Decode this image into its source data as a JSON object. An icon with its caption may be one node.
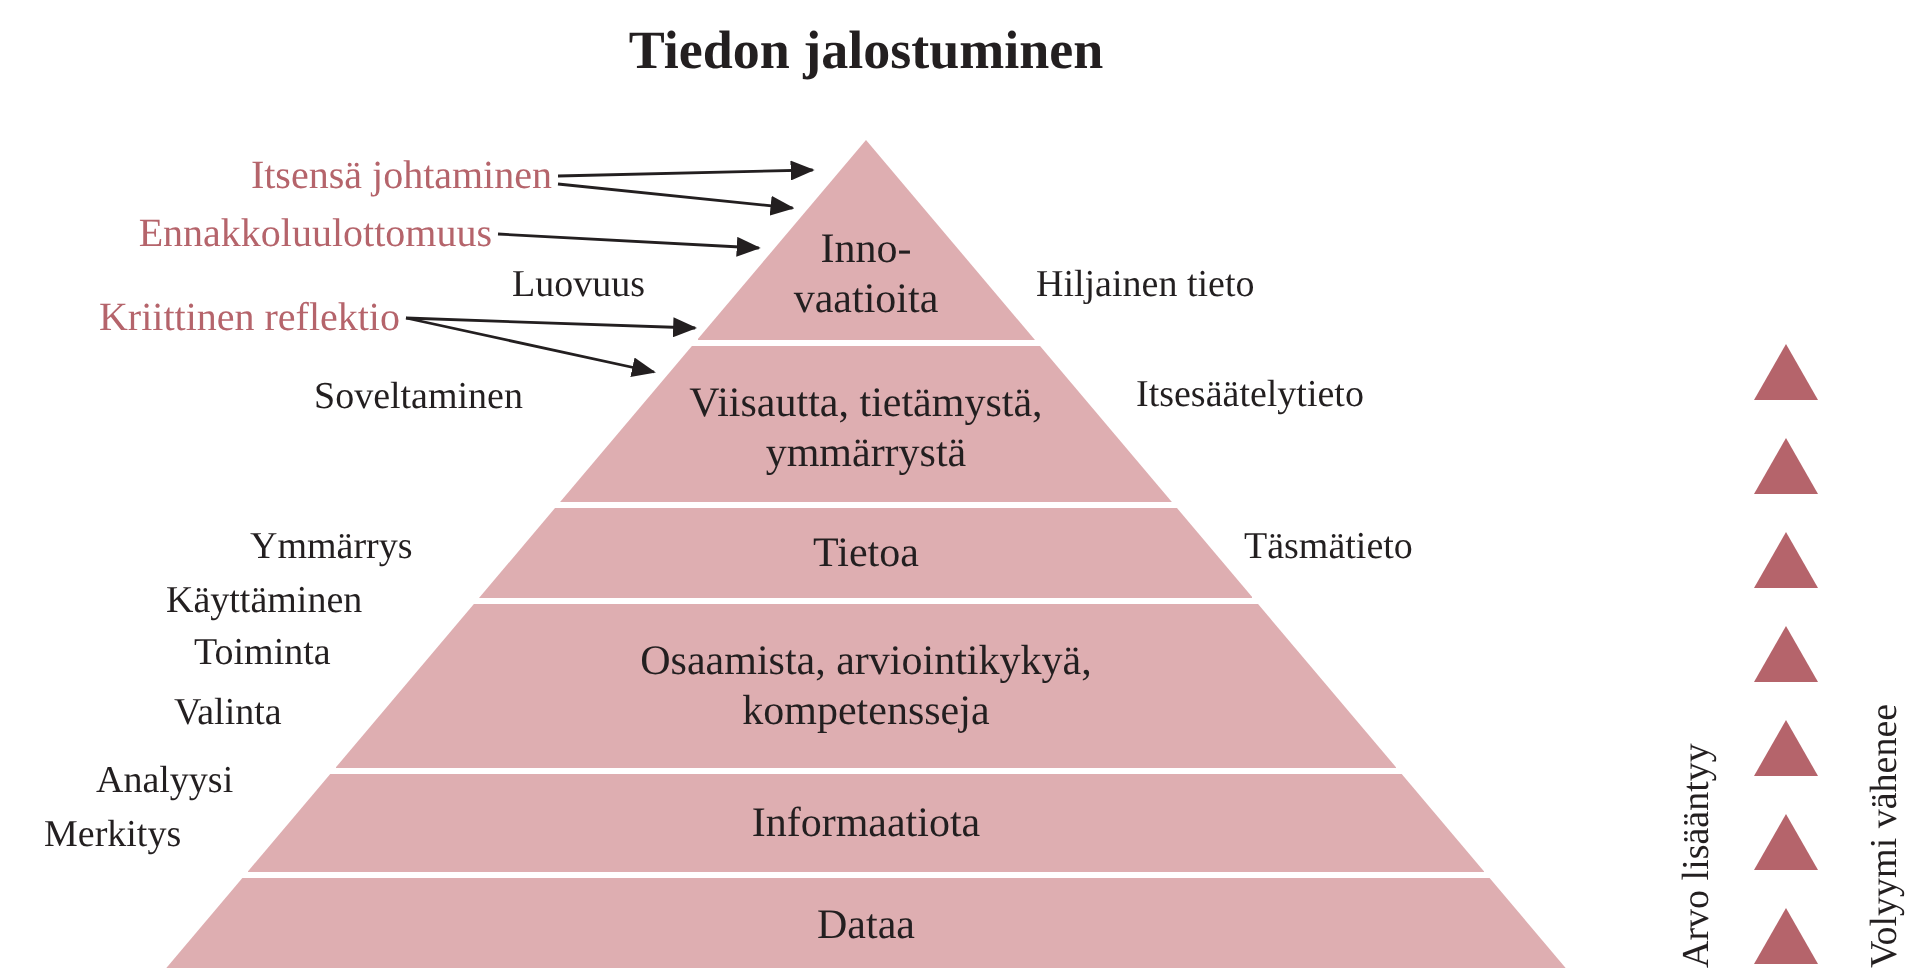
{
  "diagram": {
    "title": "Tiedon jalostuminen",
    "nodes": [
      {
        "text": [
          "Inno- vaatioita"
        ]
      },
      {
        "text": [
          "Viisautta, tietämystä, ymmärrystä"
        ]
      },
      {
        "text": [
          "Tietoa"
        ]
      },
      {
        "text": [
          "Osaamista, arviointikykyä, kompetensseja"
        ]
      },
      {
        "text": [
          "Informaatiota"
        ]
      },
      {
        "text": [
          "Dataa"
        ]
      },
      {
        "text": [
          "Itsensä johtaminen"
        ]
      },
      {
        "text": [
          "Ennakkoluulottomuus"
        ]
      },
      {
        "text": [
          "Kriittinen reflektio"
        ]
      }
    ],
    "edges": [
      {
        "from": 6,
        "to": 0,
        "arrow": "to"
      },
      {
        "from": 6,
        "to": 0,
        "arrow": "to"
      },
      {
        "from": 7,
        "to": 0,
        "arrow": "to"
      },
      {
        "from": 8,
        "to": 0,
        "arrow": "to"
      },
      {
        "from": 8,
        "to": 1,
        "arrow": "to"
      }
    ],
    "labels": [
      "Luovuus",
      "Hiljainen tieto",
      "Soveltaminen",
      "Itsesäätelytieto",
      "Ymmärrys",
      "Täsmätieto",
      "Käyttäminen",
      "Toiminta",
      "Valinta",
      "Analyysi",
      "Merkitys",
      "Arvo lisääntyy",
      "Volyymi vähenee"
    ]
  }
}
